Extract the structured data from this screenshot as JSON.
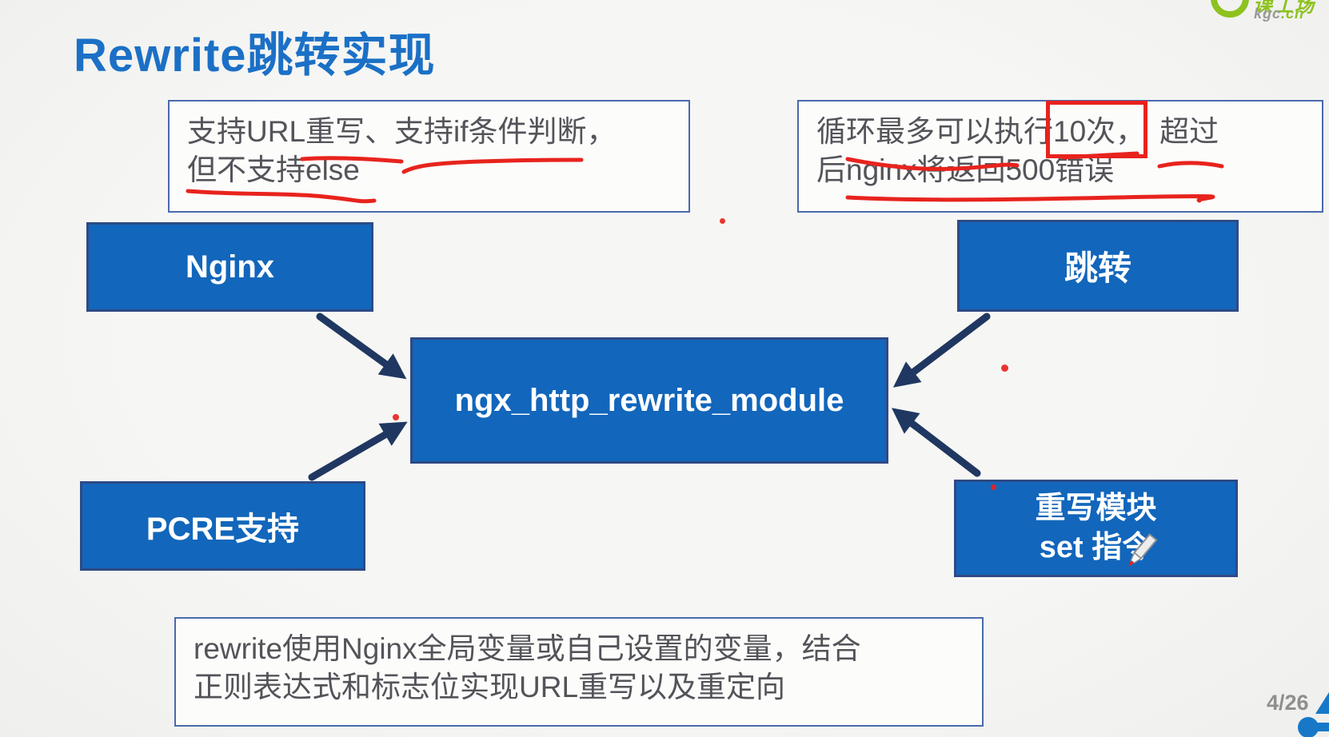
{
  "slide": {
    "title": "Rewrite跳转实现",
    "page_indicator": "4/26"
  },
  "logo": {
    "brand_text": "课工场",
    "brand_domain_gray": "kgc",
    "brand_domain_green": ".cn"
  },
  "notes": {
    "top_left": {
      "line1": "支持URL重写、支持if条件判断，",
      "line2": "但不支持else"
    },
    "top_right": {
      "line1_prefix": "循环最多可以执行",
      "line1_boxed": "10次，",
      "line1_suffix": "超过",
      "line2": "后nginx将返回500错误"
    },
    "bottom": {
      "line1": "rewrite使用Nginx全局变量或自己设置的变量，结合",
      "line2": "正则表达式和标志位实现URL重写以及重定向"
    }
  },
  "diagram": {
    "center_node": "ngx_http_rewrite_module",
    "node_top_left": "Nginx",
    "node_top_right": "跳转",
    "node_bottom_left": "PCRE支持",
    "node_bottom_right_line1": "重写模块",
    "node_bottom_right_line2": "set 指令"
  },
  "annotations": {
    "red_boxed_text": "10次，",
    "underlined_phrases": [
      "重写、",
      "支持if条件判断",
      "但不支持else",
      "循环最多可以执行",
      "10次",
      "超过",
      "后nginx将返回500错误"
    ]
  },
  "colors": {
    "node_blue": "#1266bb",
    "title_blue": "#1b70c6",
    "annotation_red": "#e8231d",
    "arrow_navy": "#203761",
    "logo_green": "#8dc21f",
    "note_border_blue": "#4a69ad",
    "footer_blue": "#1778c8",
    "page_number_gray": "#8f8f8f"
  }
}
